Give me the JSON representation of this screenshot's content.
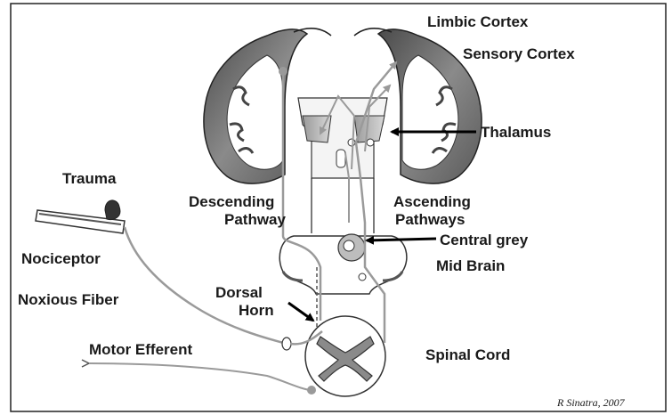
{
  "diagram": {
    "labels": {
      "limbic_cortex": "Limbic Cortex",
      "sensory_cortex": "Sensory Cortex",
      "thalamus": "Thalamus",
      "trauma": "Trauma",
      "descending_line1": "Descending",
      "descending_line2": "Pathway",
      "ascending_line1": "Ascending",
      "ascending_line2": "Pathways",
      "central_grey": "Central grey",
      "mid_brain": "Mid Brain",
      "nociceptor": "Nociceptor",
      "noxious_fiber": "Noxious Fiber",
      "dorsal_line1": "Dorsal",
      "dorsal_line2": "Horn",
      "motor_efferent": "Motor Efferent",
      "spinal_cord": "Spinal Cord"
    },
    "credit": "R Sinatra, 2007"
  }
}
